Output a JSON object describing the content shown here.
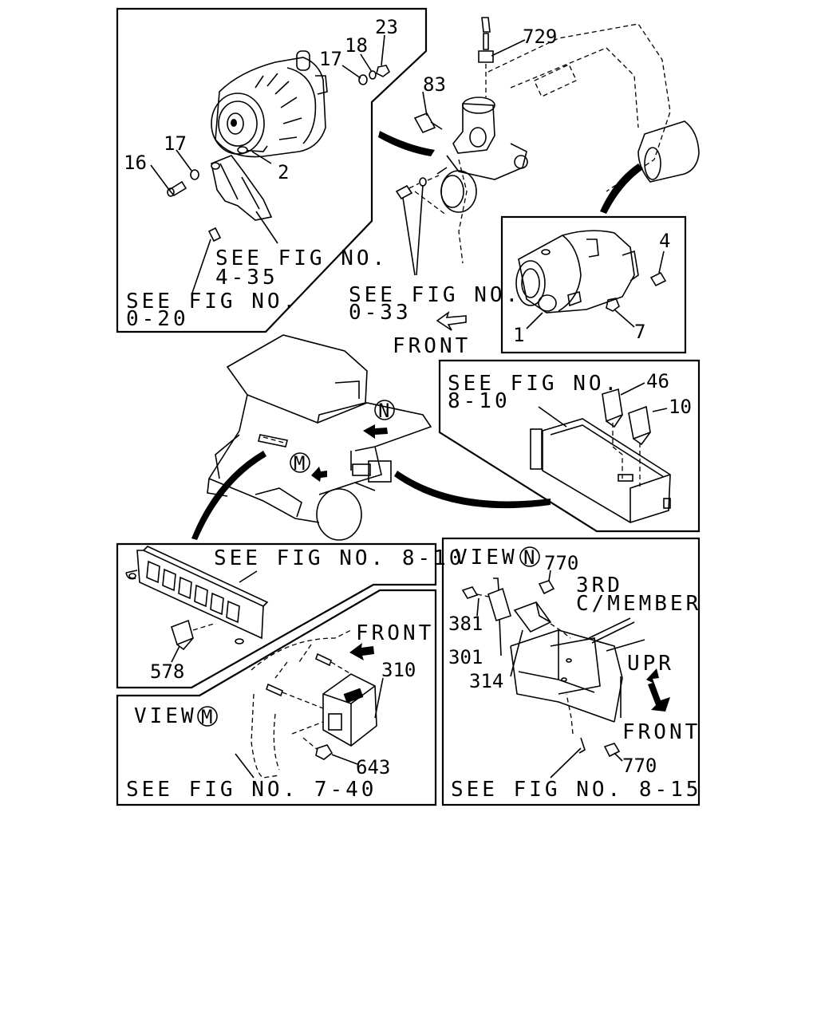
{
  "panels": {
    "alternator": {
      "callouts": [
        "23",
        "18",
        "17",
        "17",
        "16",
        "2"
      ],
      "refs": [
        "SEE FIG NO.",
        "4-35",
        "SEE FIG NO.",
        "0-20"
      ]
    },
    "engine": {
      "callouts": [
        "729",
        "83"
      ],
      "refs": [
        "SEE FIG NO.",
        "0-33"
      ],
      "front": "FRONT"
    },
    "starter": {
      "callouts": [
        "4",
        "1",
        "7"
      ]
    },
    "relay_box": {
      "refs": [
        "SEE FIG NO.",
        "8-10"
      ],
      "callouts": [
        "46",
        "10"
      ]
    },
    "cab": {
      "view_marks": [
        "N",
        "M"
      ]
    },
    "connector_block": {
      "ref": "SEE FIG NO. 8-10",
      "callouts": [
        "578"
      ]
    },
    "view_m": {
      "title": "VIEW",
      "mark": "M",
      "front": "FRONT",
      "callouts": [
        "310",
        "643"
      ],
      "ref": "SEE FIG NO. 7-40"
    },
    "view_n": {
      "title": "VIEW",
      "mark": "N",
      "callouts": [
        "770",
        "381",
        "301",
        "314",
        "770"
      ],
      "member": [
        "3RD",
        "C/MEMBER"
      ],
      "upr": "UPR",
      "front": "FRONT",
      "ref": "SEE FIG NO. 8-15"
    }
  }
}
